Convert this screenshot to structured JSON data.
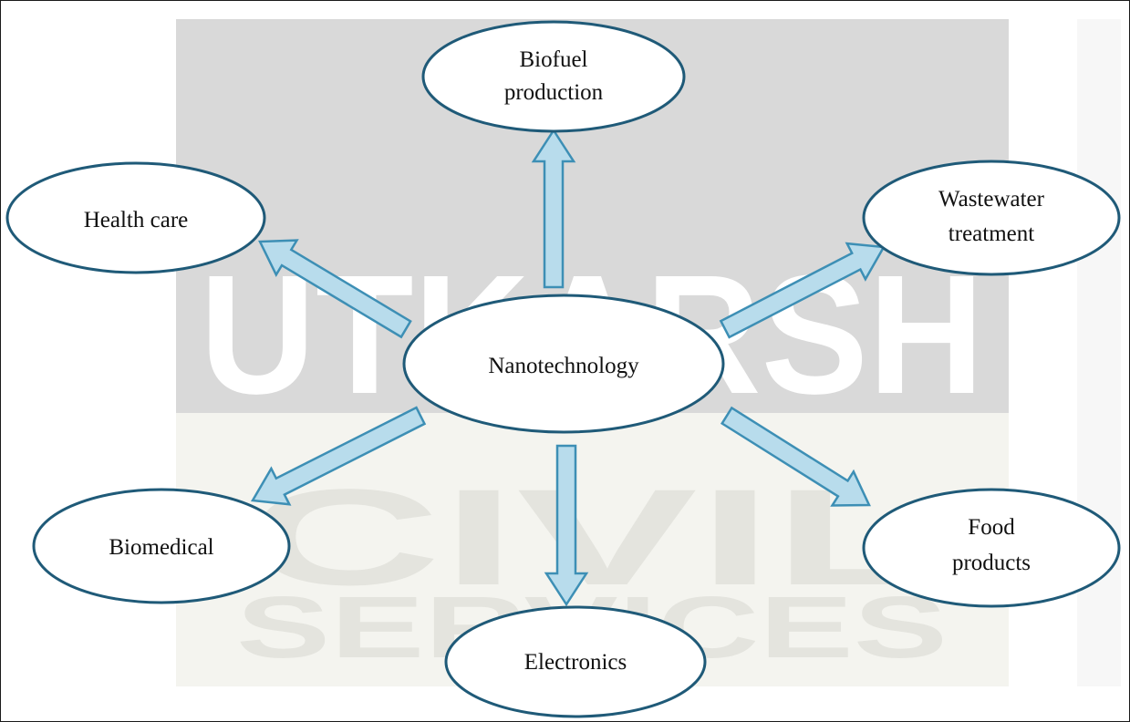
{
  "diagram": {
    "center": {
      "label": "Nanotechnology"
    },
    "nodes": [
      {
        "id": "biofuel",
        "lines": [
          "Biofuel",
          "production"
        ]
      },
      {
        "id": "health-care",
        "lines": [
          "Health care"
        ]
      },
      {
        "id": "wastewater",
        "lines": [
          "Wastewater",
          "treatment"
        ]
      },
      {
        "id": "biomedical",
        "lines": [
          "Biomedical"
        ]
      },
      {
        "id": "food",
        "lines": [
          "Food",
          "products"
        ]
      },
      {
        "id": "electronics",
        "lines": [
          "Electronics"
        ]
      }
    ]
  },
  "watermark": {
    "brand": "UTKARSH",
    "line2": "CIVIL",
    "line3": "SERVICES"
  },
  "colors": {
    "node_stroke": "#1f5a78",
    "arrow_fill": "#b8dcec",
    "arrow_stroke": "#3d8fb5",
    "watermark_bg": "#d9d9d9",
    "watermark_text": "#ffffff",
    "watermark_band": "#f4f4ef"
  }
}
